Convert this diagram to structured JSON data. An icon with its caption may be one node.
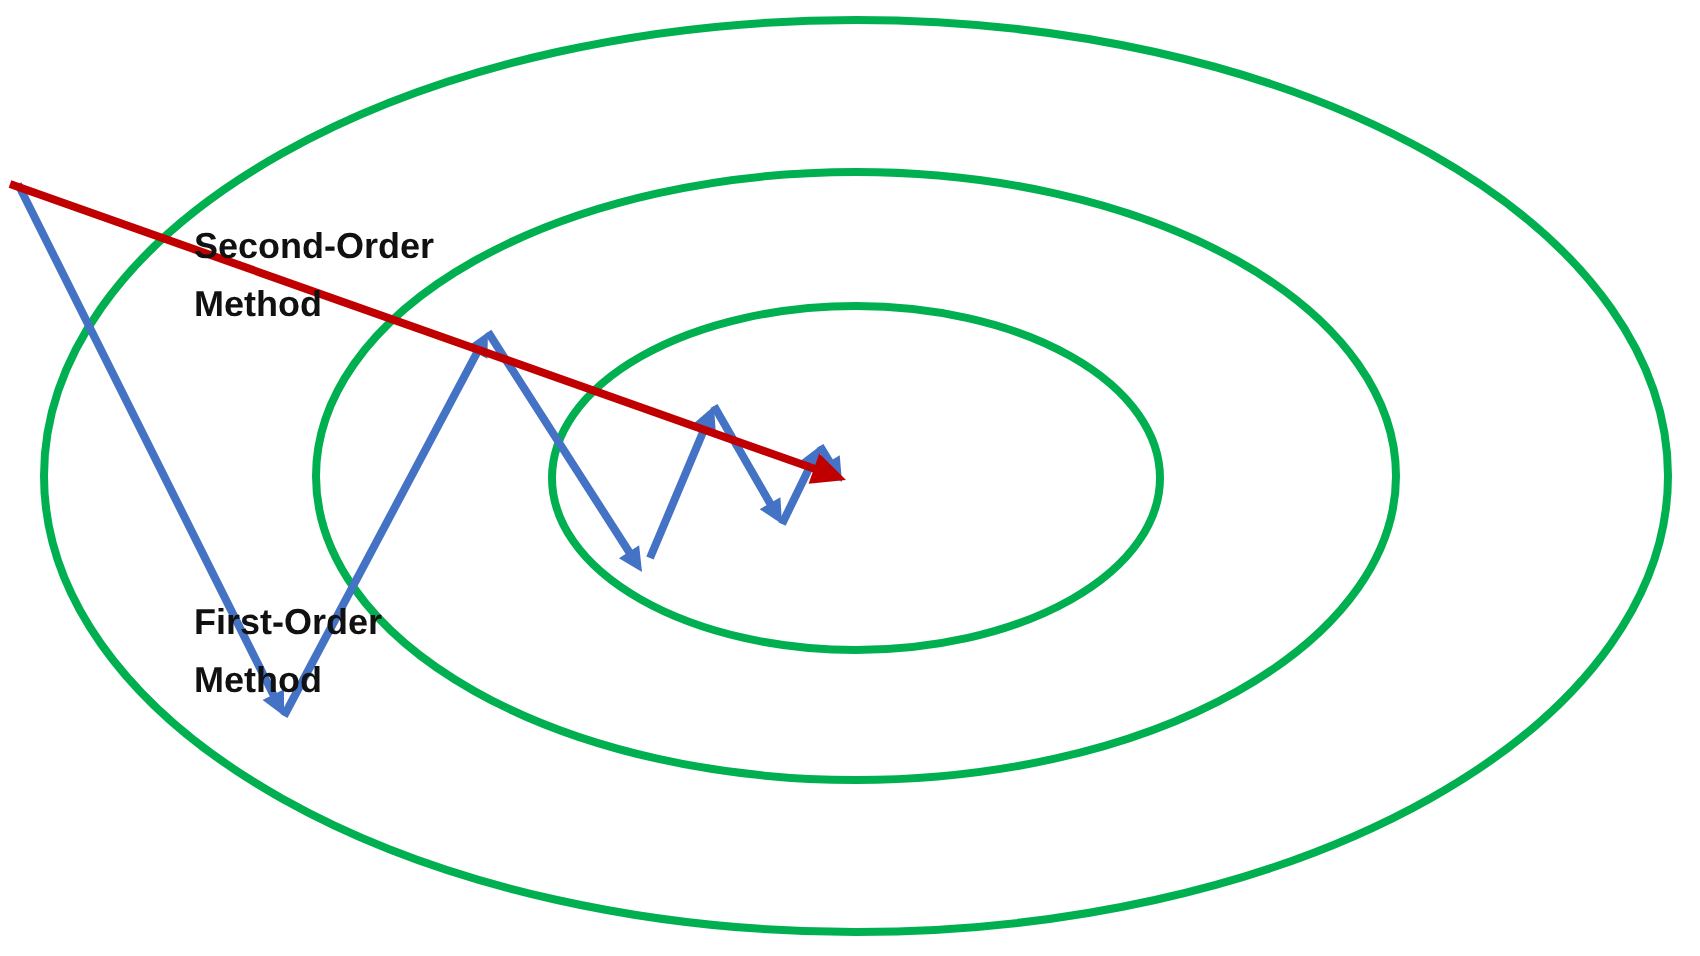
{
  "diagram": {
    "nodes": [
      {
        "text": [],
        "shape": "ellipse"
      },
      {
        "text": [],
        "shape": "ellipse",
        "in": 0
      },
      {
        "text": [],
        "shape": "ellipse",
        "in": 1
      }
    ],
    "labels": [
      "Second-Order Method",
      "First-Order Method"
    ]
  }
}
